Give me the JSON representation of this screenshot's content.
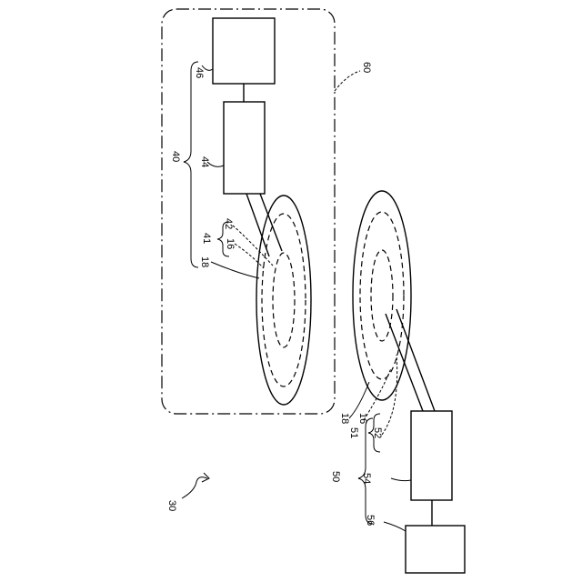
{
  "labels": {
    "ref_30": "30",
    "ref_40": "40",
    "ref_41": "41",
    "ref_42": "42",
    "ref_44": "44",
    "ref_46": "46",
    "ref_16_top": "16",
    "ref_18_top": "18",
    "ref_50": "50",
    "ref_51": "51",
    "ref_52": "52",
    "ref_54": "54",
    "ref_56": "56",
    "ref_16_bottom": "16",
    "ref_18_bottom": "18",
    "ref_60": "60"
  }
}
